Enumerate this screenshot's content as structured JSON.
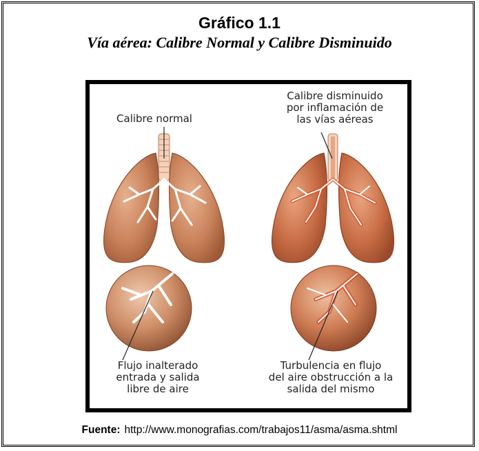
{
  "figure": {
    "title": "Gráfico 1.1",
    "subtitle": "Vía  aérea: Calibre Normal   y  Calibre Disminuido"
  },
  "illustration": {
    "label_normal": "Calibre normal",
    "label_reduced": "Calibre disminuido\npor inflamación de\nlas vías aéreas",
    "label_flow_normal": "Flujo inalterado\nentrada y salida\nlibre de aire",
    "label_flow_turbulent": "Turbulencia en flujo\ndel aire obstrucción a la\nsalida del mismo"
  },
  "source": {
    "label": "Fuente:",
    "url": "http://www.monografias.com/trabajos11/asma/asma.shtml"
  }
}
